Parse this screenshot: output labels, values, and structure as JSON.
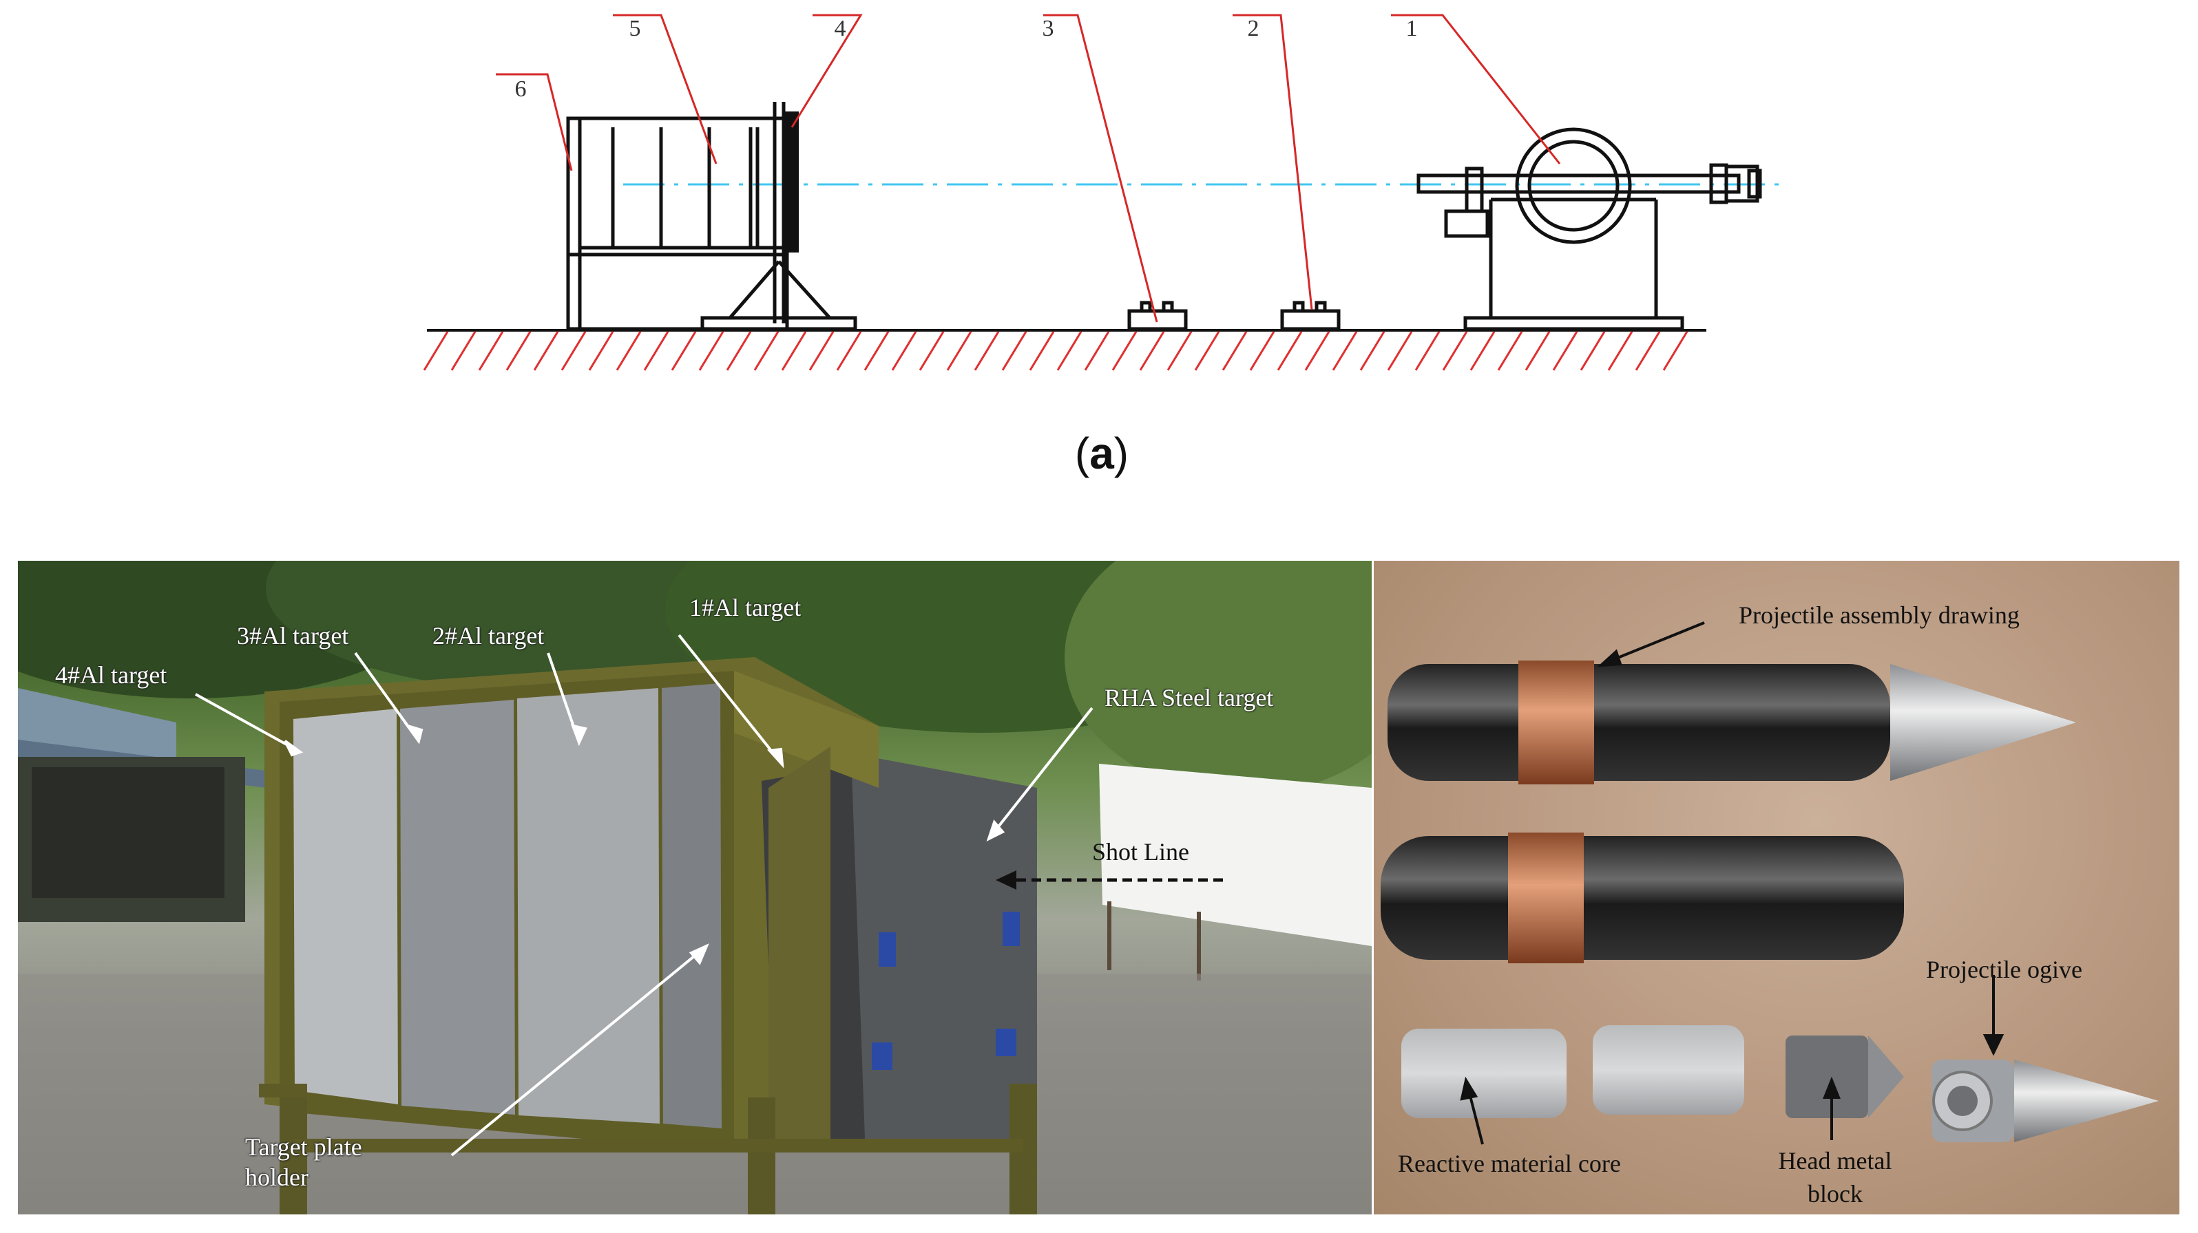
{
  "figure_a": {
    "callouts": [
      "1",
      "2",
      "3",
      "4",
      "5",
      "6"
    ],
    "caption_paren_open": "(",
    "caption_letter": "a",
    "caption_paren_close": ")"
  },
  "photo_target": {
    "labels": {
      "al_target_1": "1#Al target",
      "al_target_2": "2#Al target",
      "al_target_3": "3#Al target",
      "al_target_4": "4#Al target",
      "rha_steel_target": "RHA Steel target",
      "shot_line": "Shot Line",
      "target_plate_holder_line1": "Target plate",
      "target_plate_holder_line2": "holder"
    }
  },
  "photo_projectile": {
    "labels": {
      "assembly_drawing": "Projectile assembly drawing",
      "ogive": "Projectile ogive",
      "reactive_core": "Reactive material core",
      "head_block_line1": "Head metal",
      "head_block_line2": "block"
    }
  },
  "colors": {
    "leader_line": "#d62828",
    "shot_axis": "#41c6f0",
    "ground_hatch": "#e03030",
    "drawing_line": "#111111"
  }
}
